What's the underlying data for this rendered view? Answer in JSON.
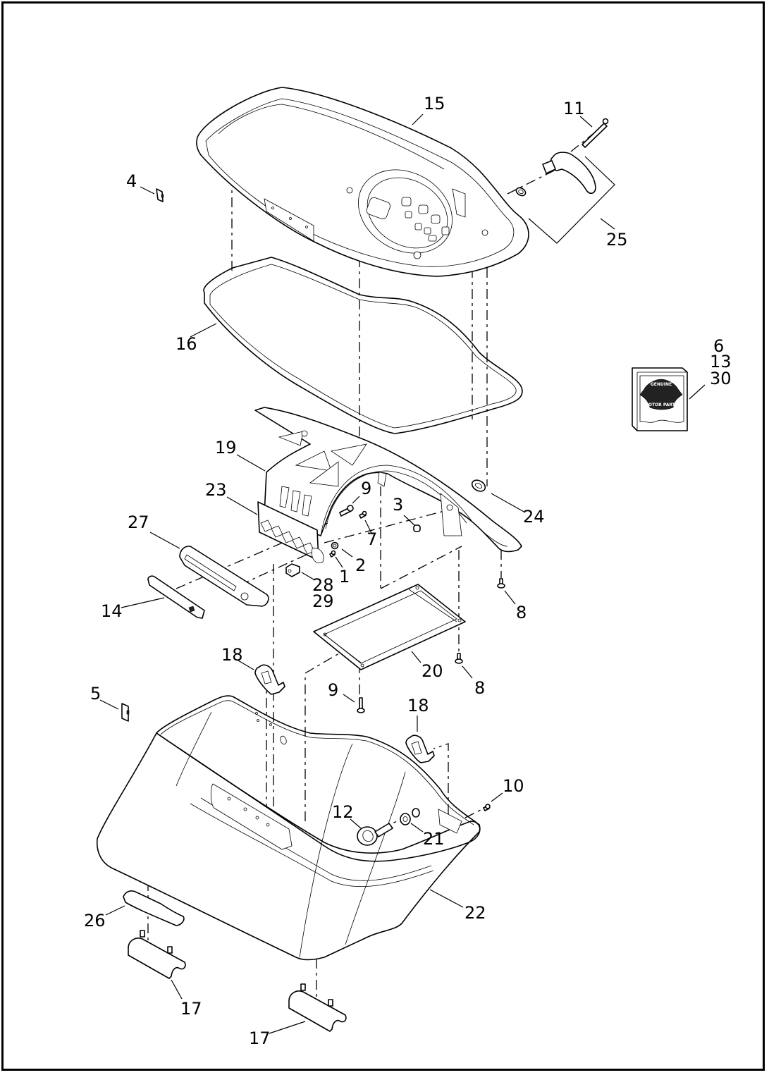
{
  "diagram": {
    "kind": "exploded-parts-view",
    "callouts": {
      "c1": "1",
      "c2": "2",
      "c3": "3",
      "c4": "4",
      "c5": "5",
      "c6": "6",
      "c7": "7",
      "c8a": "8",
      "c8b": "8",
      "c9a": "9",
      "c9b": "9",
      "c10": "10",
      "c11": "11",
      "c12": "12",
      "c13": "13",
      "c14": "14",
      "c15": "15",
      "c16": "16",
      "c17a": "17",
      "c17b": "17",
      "c18a": "18",
      "c18b": "18",
      "c19": "19",
      "c20": "20",
      "c21": "21",
      "c22": "22",
      "c23": "23",
      "c24": "24",
      "c25": "25",
      "c26": "26",
      "c27": "27",
      "c28": "28",
      "c29": "29",
      "c30": "30"
    },
    "kit_logo": {
      "top": "GENUINE",
      "bottom": "MOTOR PARTS"
    }
  }
}
